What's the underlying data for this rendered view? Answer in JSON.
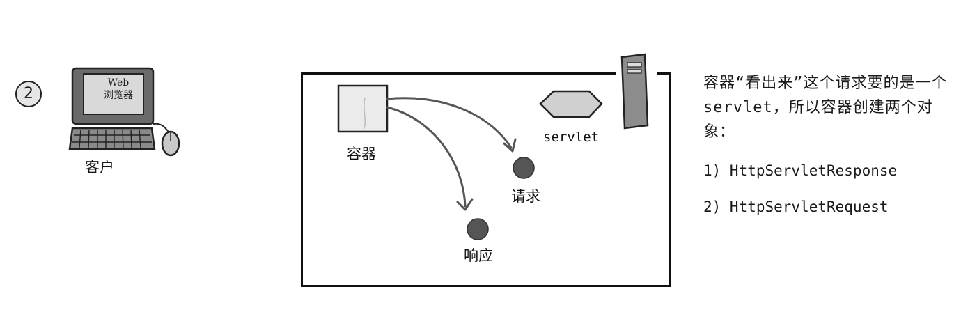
{
  "step_number": "2",
  "client": {
    "screen_text_line1": "Web",
    "screen_text_line2": "浏览器",
    "label": "客户"
  },
  "diagram": {
    "container_label": "容器",
    "servlet_label": "servlet",
    "request_label": "请求",
    "response_label": "响应"
  },
  "explanation": {
    "paragraph": "容器“看出来”这个请求要的是一个servlet，所以容器创建两个对象：",
    "items": [
      "1) HttpServletResponse",
      "2) HttpServletRequest"
    ]
  },
  "colors": {
    "frame": "#111111",
    "arrow": "#555555",
    "object_fill": "#555555",
    "container_fill": "#ebebeb",
    "servlet_fill": "#d0d0d0"
  }
}
